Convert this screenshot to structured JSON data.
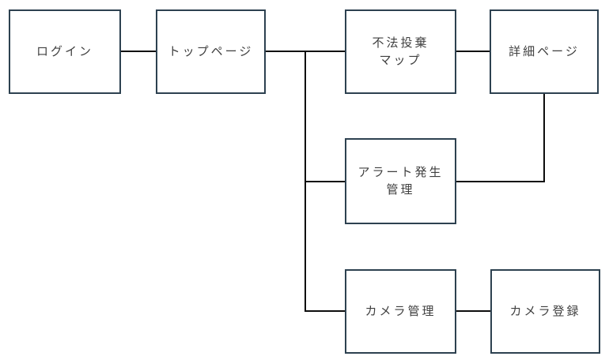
{
  "diagram": {
    "title": "site-flow-diagram",
    "background_color": "#ffffff",
    "node_border_color": "#2d4150",
    "node_fill_color": "#ffffff",
    "edge_color": "#0d0d0d",
    "text_color": "#3f3f3f",
    "nodes": [
      {
        "id": "login",
        "label": "ログイン"
      },
      {
        "id": "top-page",
        "label": "トップページ"
      },
      {
        "id": "illegal-dumping-map",
        "label": "不法投棄\nマップ"
      },
      {
        "id": "detail-page",
        "label": "詳細ページ"
      },
      {
        "id": "alert-management",
        "label": "アラート発生\n管理"
      },
      {
        "id": "camera-management",
        "label": "カメラ管理"
      },
      {
        "id": "camera-registration",
        "label": "カメラ登録"
      }
    ],
    "edges": [
      {
        "from": "login",
        "to": "top-page"
      },
      {
        "from": "top-page",
        "to": "illegal-dumping-map"
      },
      {
        "from": "illegal-dumping-map",
        "to": "detail-page"
      },
      {
        "from": "top-page",
        "to": "alert-management"
      },
      {
        "from": "top-page",
        "to": "camera-management"
      },
      {
        "from": "detail-page",
        "to": "alert-management"
      },
      {
        "from": "camera-management",
        "to": "camera-registration"
      }
    ]
  }
}
